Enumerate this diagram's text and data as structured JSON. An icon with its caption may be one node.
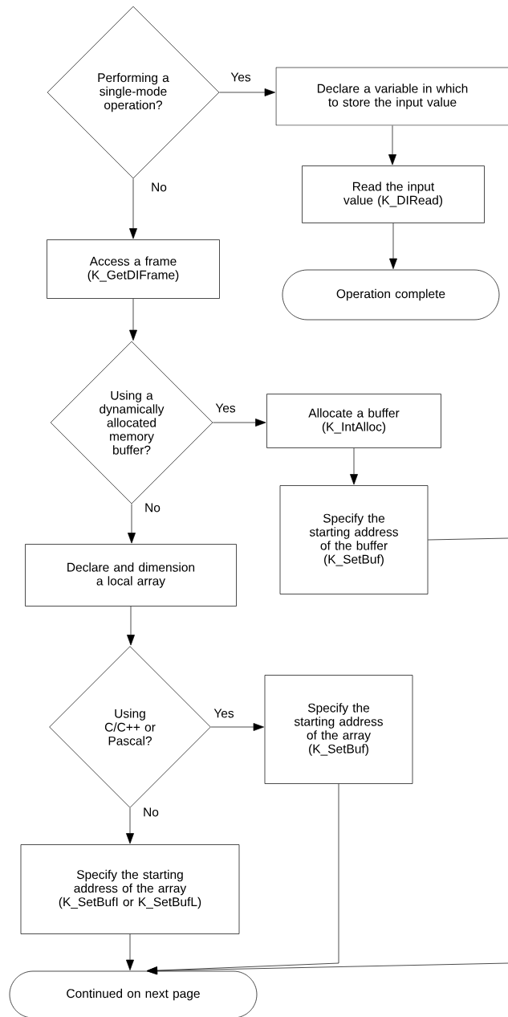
{
  "diagram": {
    "nodes": [
      {
        "text": [
          "Performing a single-mode operation?"
        ]
      },
      {
        "text": [
          "Declare a variable in which to store the input value"
        ]
      },
      {
        "text": [
          "Read the input value (K_DIRead)"
        ]
      },
      {
        "text": [
          "Operation complete"
        ]
      },
      {
        "text": [
          "Access a frame (K_GetDIFrame)"
        ]
      },
      {
        "text": [
          "Using a dynamically allocated memory buffer?"
        ]
      },
      {
        "text": [
          "Allocate a buffer (K_IntAlloc)"
        ]
      },
      {
        "text": [
          "Specify the starting address of the buffer (K_SetBuf)"
        ]
      },
      {
        "text": [
          "Declare and dimension a local array"
        ]
      },
      {
        "text": [
          "Using C/C++ or Pascal?"
        ]
      },
      {
        "text": [
          "Specify the starting address of the array (K_SetBuf)"
        ]
      },
      {
        "text": [
          "Specify the starting address of the array (K_SetBufI or K_SetBufL)"
        ]
      },
      {
        "text": [
          "Continued on next page"
        ]
      }
    ],
    "edges": [
      {
        "from": 0,
        "to": 1,
        "arrow": "to",
        "label": "Yes"
      },
      {
        "from": 1,
        "to": 2,
        "arrow": "to"
      },
      {
        "from": 2,
        "to": 3,
        "arrow": "to"
      },
      {
        "from": 0,
        "to": 4,
        "arrow": "to",
        "label": "No"
      },
      {
        "from": 4,
        "to": 5,
        "arrow": "to"
      },
      {
        "from": 5,
        "to": 6,
        "arrow": "to",
        "label": "Yes"
      },
      {
        "from": 6,
        "to": 7,
        "arrow": "to"
      },
      {
        "from": 5,
        "to": 8,
        "arrow": "to",
        "label": "No"
      },
      {
        "from": 7,
        "to": null,
        "arrow": "none"
      },
      {
        "from": 8,
        "to": 9,
        "arrow": "to"
      },
      {
        "from": 9,
        "to": 10,
        "arrow": "to",
        "label": "Yes"
      },
      {
        "from": 9,
        "to": 11,
        "arrow": "to",
        "label": "No"
      },
      {
        "from": 11,
        "to": 12,
        "arrow": "to"
      },
      {
        "from": 10,
        "to": 12,
        "arrow": "to"
      },
      {
        "from": null,
        "to": 12,
        "arrow": "to"
      }
    ]
  }
}
